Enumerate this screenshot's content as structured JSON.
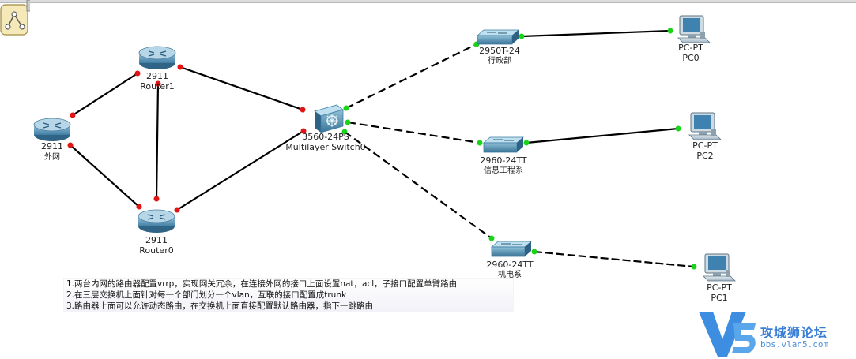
{
  "devices": {
    "isp": {
      "model": "2911",
      "name": "外网"
    },
    "router1": {
      "model": "2911",
      "name": "Router1"
    },
    "router0": {
      "model": "2911",
      "name": "Router0"
    },
    "core_switch": {
      "model": "3560-24PS",
      "name": "Multilayer Switch0"
    },
    "sw_admin": {
      "model": "2950T-24",
      "name": "行政部"
    },
    "sw_info": {
      "model": "2960-24TT",
      "name": "信息工程系"
    },
    "sw_mech": {
      "model": "2960-24TT",
      "name": "机电系"
    },
    "pc0": {
      "model": "PC-PT",
      "name": "PC0"
    },
    "pc2": {
      "model": "PC-PT",
      "name": "PC2"
    },
    "pc1": {
      "model": "PC-PT",
      "name": "PC1"
    }
  },
  "notes": [
    "1.两台内网的路由器配置vrrp，实现网关冗余，在连接外网的接口上面设置nat，acl，子接口配置单臂路由",
    "2.在三层交换机上面针对每一个部门划分一个vlan，互联的接口配置成trunk",
    "3.路由器上面可以允许动态路由，在交换机上面直接配置默认路由器，指下一跳路由"
  ],
  "watermark": {
    "logo_text": "V5",
    "site_name": "攻城狮论坛",
    "url": "bbs.vlan5.com"
  },
  "colors": {
    "port_up": "#19d419",
    "port_down": "#e21414",
    "device_blue": "#4a8bb0",
    "watermark_blue": "#3a7fd5"
  }
}
